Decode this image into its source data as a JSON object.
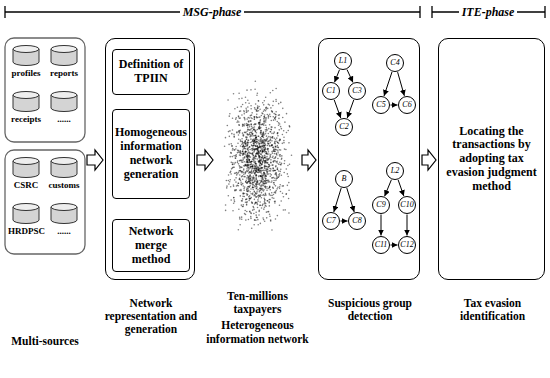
{
  "diagram": {
    "nodes": [
      {
        "text": [
          "Multi-sources"
        ]
      },
      {
        "text": [
          "profiles"
        ],
        "in": 0
      },
      {
        "text": [
          "reports"
        ],
        "in": 0
      },
      {
        "text": [
          "receipts"
        ],
        "in": 0
      },
      {
        "text": [
          "......"
        ],
        "in": 0
      },
      {
        "text": [
          "CSRC"
        ],
        "in": 0
      },
      {
        "text": [
          "customs"
        ],
        "in": 0
      },
      {
        "text": [
          "HRDPSC"
        ],
        "in": 0
      },
      {
        "text": [
          "......"
        ],
        "in": 0
      },
      {
        "text": [
          "Network representation and generation"
        ]
      },
      {
        "text": [
          "Definition of TPIIN"
        ],
        "in": 9
      },
      {
        "text": [
          "Homogeneous information network generation"
        ],
        "in": 9
      },
      {
        "text": [
          "Network merge method"
        ],
        "in": 9
      },
      {
        "text": [
          "Ten-millions taxpayers",
          "Heterogeneous information network"
        ]
      },
      {
        "text": [
          "Suspicious group detection"
        ]
      },
      {
        "text": [
          "L1"
        ],
        "in": 14
      },
      {
        "text": [
          "C1"
        ],
        "in": 14
      },
      {
        "text": [
          "C2"
        ],
        "in": 14
      },
      {
        "text": [
          "C3"
        ],
        "in": 14
      },
      {
        "text": [
          "C4"
        ],
        "in": 14
      },
      {
        "text": [
          "C5"
        ],
        "in": 14
      },
      {
        "text": [
          "C6"
        ],
        "in": 14
      },
      {
        "text": [
          "B"
        ],
        "in": 14
      },
      {
        "text": [
          "C7"
        ],
        "in": 14
      },
      {
        "text": [
          "C8"
        ],
        "in": 14
      },
      {
        "text": [
          "L2"
        ],
        "in": 14
      },
      {
        "text": [
          "C9"
        ],
        "in": 14
      },
      {
        "text": [
          "C10"
        ],
        "in": 14
      },
      {
        "text": [
          "C11"
        ],
        "in": 14
      },
      {
        "text": [
          "C12"
        ],
        "in": 14
      },
      {
        "text": [
          "Locating the transactions by adopting tax evasion judgment method",
          "Tax evasion identification"
        ]
      }
    ],
    "edges": [
      {
        "from": 0,
        "to": 9,
        "arrow": "to"
      },
      {
        "from": 9,
        "to": 13,
        "arrow": "to"
      },
      {
        "from": 13,
        "to": 14,
        "arrow": "to"
      },
      {
        "from": 14,
        "to": 30,
        "arrow": "to"
      },
      {
        "from": 15,
        "to": 16,
        "arrow": "to"
      },
      {
        "from": 15,
        "to": 18,
        "arrow": "to"
      },
      {
        "from": 16,
        "to": 17,
        "arrow": "to"
      },
      {
        "from": 18,
        "to": 17,
        "arrow": "to"
      },
      {
        "from": 19,
        "to": 20,
        "arrow": "to"
      },
      {
        "from": 19,
        "to": 21,
        "arrow": "to"
      },
      {
        "from": 20,
        "to": 21,
        "arrow": "to"
      },
      {
        "from": 22,
        "to": 23,
        "arrow": "to"
      },
      {
        "from": 22,
        "to": 24,
        "arrow": "to"
      },
      {
        "from": 23,
        "to": 24,
        "arrow": "to"
      },
      {
        "from": 25,
        "to": 26,
        "arrow": "to"
      },
      {
        "from": 25,
        "to": 27,
        "arrow": "to"
      },
      {
        "from": 26,
        "to": 28,
        "arrow": "to"
      },
      {
        "from": 27,
        "to": 29,
        "arrow": "to"
      },
      {
        "from": 28,
        "to": 29,
        "arrow": "to"
      }
    ],
    "labels": [
      "MSG-phase",
      "ITE-phase"
    ]
  }
}
